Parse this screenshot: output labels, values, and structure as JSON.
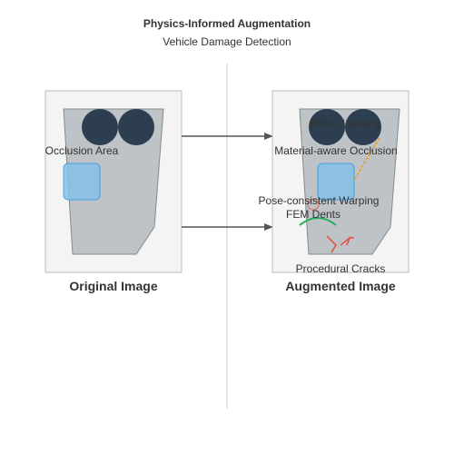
{
  "header": {
    "title": "Physics-Informed Augmentation",
    "subtitle": "Vehicle Damage Detection"
  },
  "left_panel": {
    "caption": "Original Image",
    "occlusion_label": "Occlusion Area"
  },
  "right_panel": {
    "caption": "Augmented Image",
    "brdf_label": "BRDF Lighting",
    "occlusion_label": "Material-aware Occlusion",
    "warping_label": "Pose-consistent Warping",
    "dents_label": "FEM Dents",
    "cracks_label": "Procedural Cracks"
  },
  "colors": {
    "panel_fill": "#f4f4f4",
    "panel_stroke": "#bbbbbb",
    "car_body": "#bdc3c7",
    "car_stroke": "#7f8c8d",
    "wheel": "#2c3e50",
    "occlusion_fill": "#85c1e9",
    "occlusion_stroke": "#3498db",
    "arrow": "#555555",
    "lighting": "#f39c12",
    "warp": "#e74c3c",
    "dent": "#27ae60",
    "crack": "#e74c3c",
    "divider": "#cccccc"
  }
}
